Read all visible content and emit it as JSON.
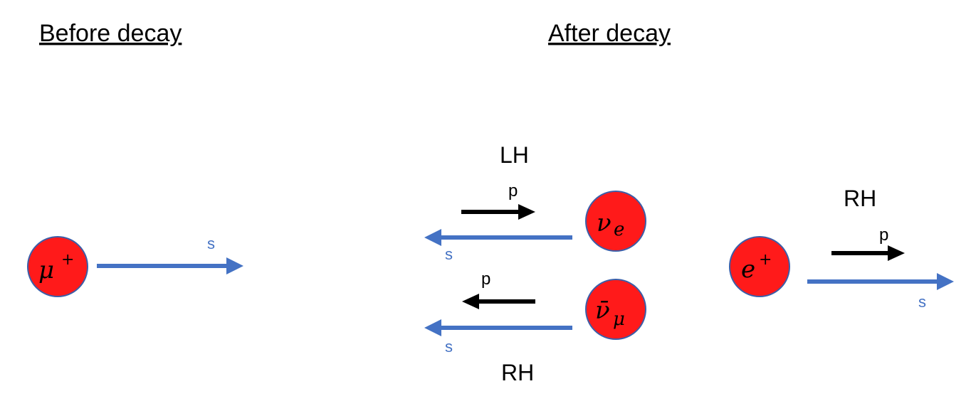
{
  "headings": {
    "before": "Before decay",
    "after": "After decay"
  },
  "colors": {
    "particle_fill": "#ff1a1a",
    "particle_stroke": "#3b5ea8",
    "spin_arrow": "#4472c4",
    "momentum_arrow": "#000000"
  },
  "particles": {
    "muon": {
      "symbol": "μ",
      "superscript": "+"
    },
    "electron_neutrino": {
      "symbol": "ν",
      "subscript": "e"
    },
    "muon_antineutrino": {
      "symbol": "ν̄",
      "subscript": "μ"
    },
    "positron": {
      "symbol": "e",
      "superscript": "+"
    }
  },
  "labels": {
    "spin": "s",
    "momentum": "p",
    "electron_neutrino_handedness": "LH",
    "muon_antineutrino_handedness": "RH",
    "positron_handedness": "RH"
  }
}
